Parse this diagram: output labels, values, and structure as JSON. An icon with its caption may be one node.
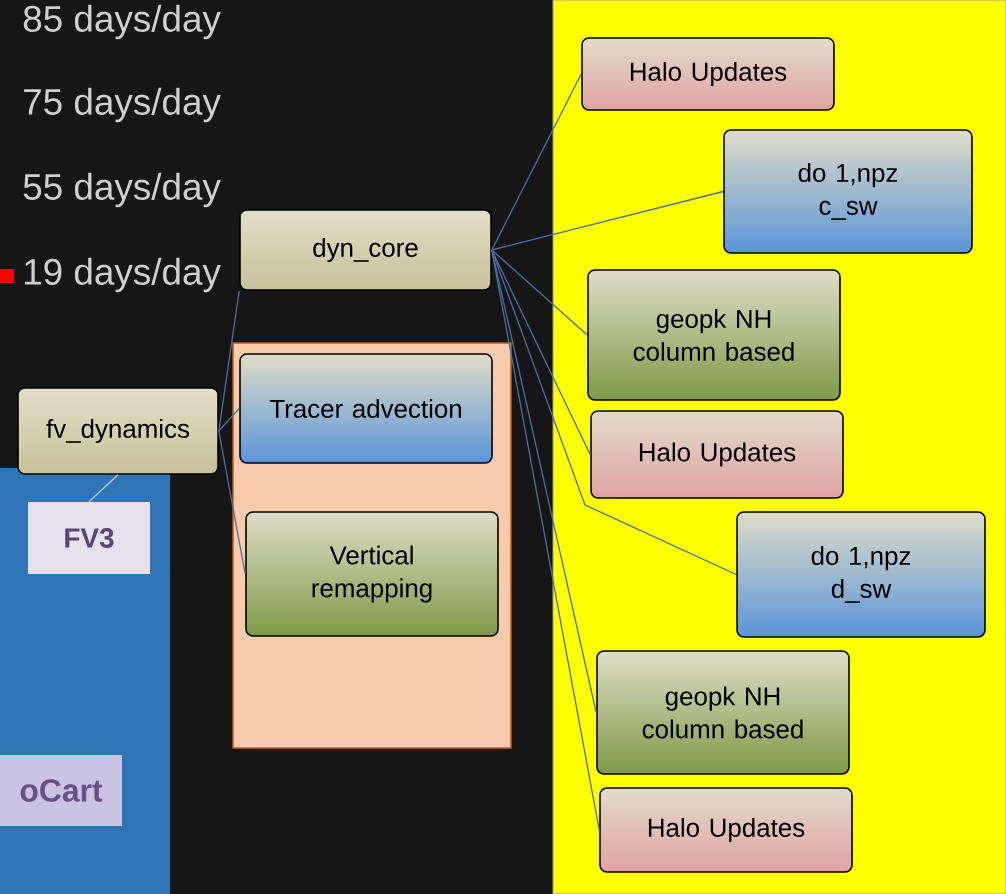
{
  "diagram": {
    "nodes": [
      {
        "text": [],
        "shape": "box"
      },
      {
        "text": [
          "fv_dynamics"
        ]
      },
      {
        "text": [
          "FV3"
        ],
        "in": 0
      },
      {
        "text": [
          "oCart"
        ],
        "in": 0
      },
      {
        "text": [
          "dyn_core"
        ]
      },
      {
        "text": [],
        "shape": "box"
      },
      {
        "text": [
          "Tracer advection"
        ],
        "in": 5
      },
      {
        "text": [
          "Vertical remapping"
        ],
        "in": 5
      },
      {
        "text": [],
        "shape": "box"
      },
      {
        "text": [
          "Halo Updates"
        ],
        "in": 8
      },
      {
        "text": [
          "do 1,npz c_sw"
        ],
        "in": 8
      },
      {
        "text": [
          "geopk NH column based"
        ],
        "in": 8
      },
      {
        "text": [
          "Halo Updates"
        ],
        "in": 8
      },
      {
        "text": [
          "do 1,npz d_sw"
        ],
        "in": 8
      },
      {
        "text": [
          "geopk NH column based"
        ],
        "in": 8
      },
      {
        "text": [
          "Halo Updates"
        ],
        "in": 8
      }
    ],
    "edges": [
      {
        "from": 1,
        "to": 2,
        "arrow": "none",
        "color": "#c8c8d0"
      },
      {
        "from": 1,
        "to": 4,
        "arrow": "none"
      },
      {
        "from": 1,
        "to": 6,
        "arrow": "none"
      },
      {
        "from": 1,
        "to": 7,
        "arrow": "none"
      },
      {
        "from": 4,
        "to": 9,
        "arrow": "none"
      },
      {
        "from": 4,
        "to": 10,
        "arrow": "none"
      },
      {
        "from": 4,
        "to": 11,
        "arrow": "none"
      },
      {
        "from": 4,
        "to": 12,
        "arrow": "none"
      },
      {
        "from": 4,
        "to": 13,
        "arrow": "none"
      },
      {
        "from": 4,
        "to": 14,
        "arrow": "none"
      },
      {
        "from": 4,
        "to": 15,
        "arrow": "none"
      }
    ],
    "labels": [
      "85 days/day",
      "75 days/day",
      "55 days/day",
      "19 days/day"
    ]
  }
}
